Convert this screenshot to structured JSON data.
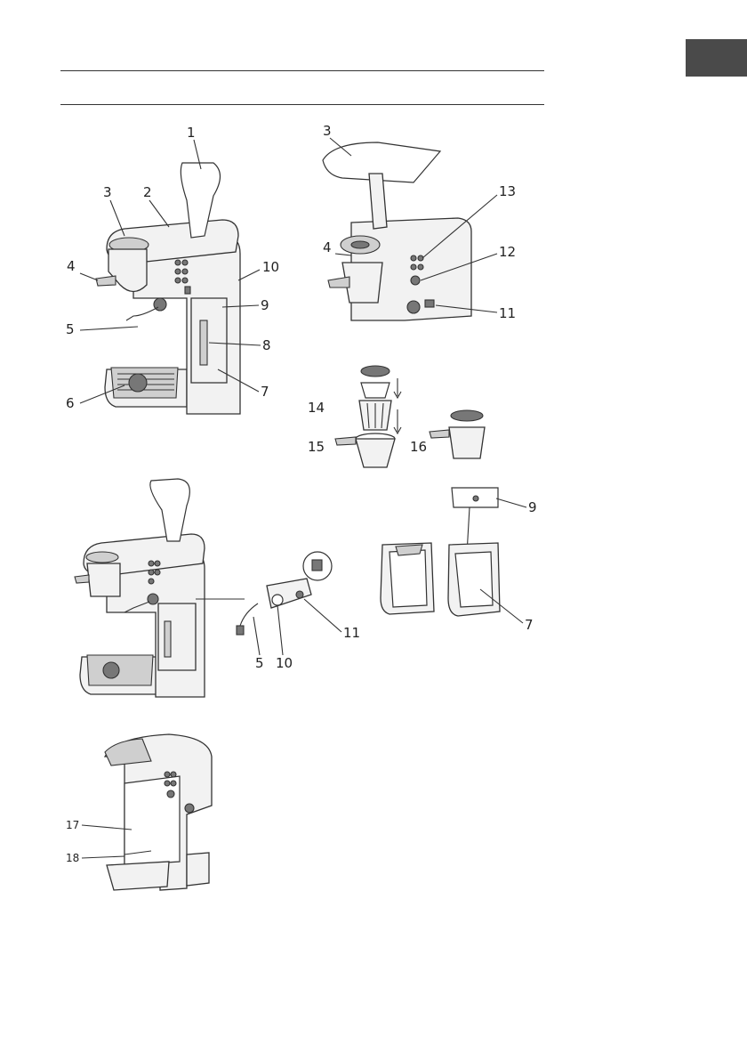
{
  "figures": {
    "fig_main": {
      "callouts": [
        "1",
        "2",
        "3",
        "4",
        "10",
        "9",
        "5",
        "8",
        "6",
        "7"
      ]
    },
    "fig_top_open": {
      "callouts": [
        "3",
        "13",
        "4",
        "12",
        "11"
      ]
    },
    "fig_filter": {
      "callouts": [
        "14",
        "15",
        "16"
      ]
    },
    "fig_exploded": {
      "callouts": [
        "5",
        "10",
        "11"
      ]
    },
    "fig_tank": {
      "callouts": [
        "9",
        "7"
      ]
    },
    "fig_rear": {
      "callouts": [
        "17",
        "18"
      ]
    }
  },
  "colors": {
    "rule": "#333333",
    "tab": "#4a4a4a"
  }
}
